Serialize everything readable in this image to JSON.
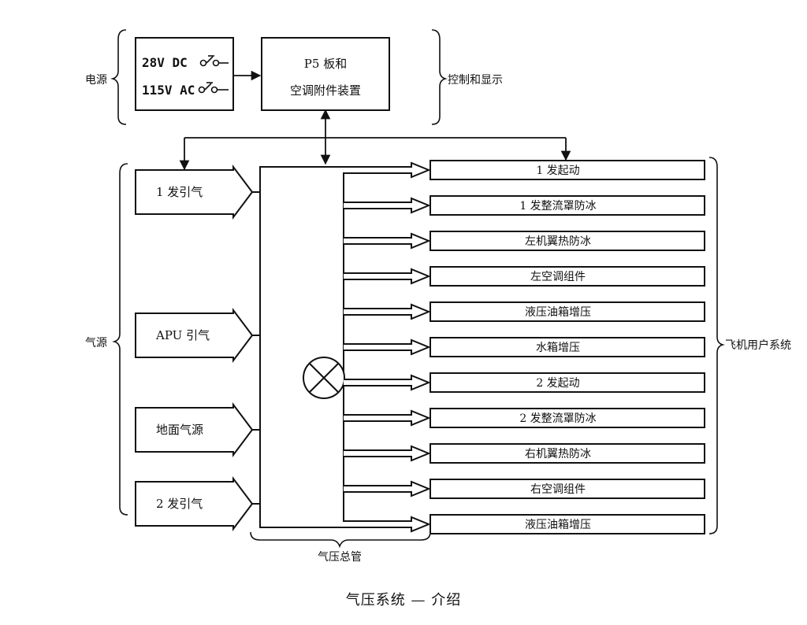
{
  "labels": {
    "power_source": "电源",
    "control_display": "控制和显示",
    "air_source": "气源",
    "user_systems": "飞机用户系统",
    "manifold": "气压总管"
  },
  "power": {
    "dc": "28V DC",
    "ac": "115V AC"
  },
  "panel": {
    "line1": "P5 板和",
    "line2": "空调附件装置"
  },
  "sources": [
    "1 发引气",
    "APU 引气",
    "地面气源",
    "2 发引气"
  ],
  "users": [
    "1 发起动",
    "1 发整流罩防冰",
    "左机翼热防冰",
    "左空调组件",
    "液压油箱增压",
    "水箱增压",
    "2 发起动",
    "2 发整流罩防冰",
    "右机翼热防冰",
    "右空调组件",
    "液压油箱增压"
  ],
  "caption": "气压系统 — 介绍"
}
